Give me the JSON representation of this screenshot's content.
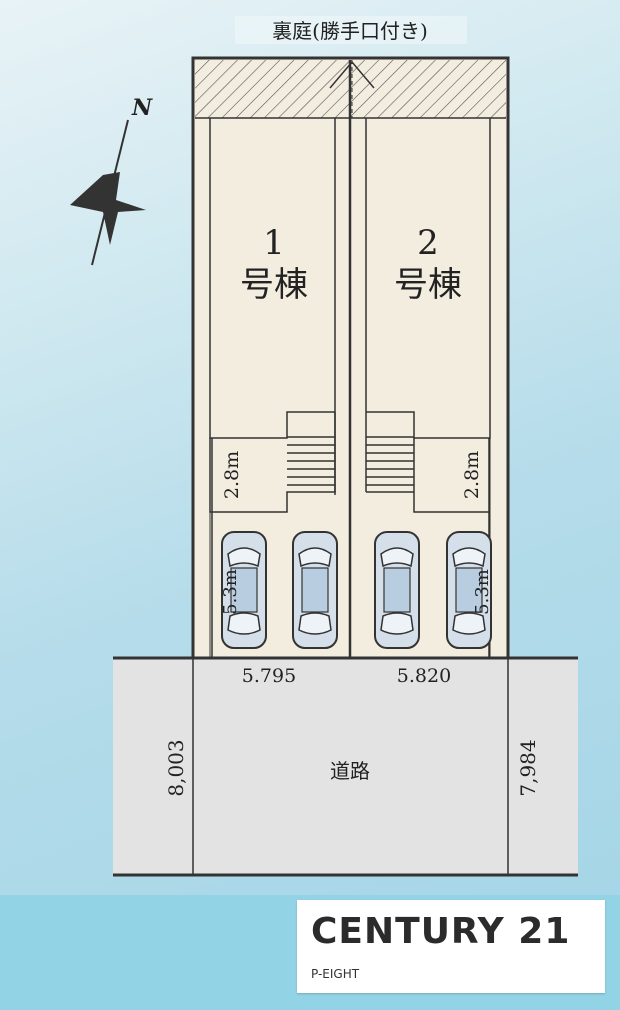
{
  "backyard_label": "裏庭(勝手口付き)",
  "north_label": "N",
  "houses": [
    {
      "number": "1",
      "label": "号棟",
      "height_dim": "2.8m",
      "parking_dim": "5.3m",
      "frontage": "5.795"
    },
    {
      "number": "2",
      "label": "号棟",
      "height_dim": "2.8m",
      "parking_dim": "5.3m",
      "frontage": "5.820"
    }
  ],
  "road": {
    "label": "道路",
    "width_left": "8,003",
    "width_right": "7,984"
  },
  "logo": {
    "brand": "CENTURY 21",
    "sub": "P-EIGHT"
  },
  "colors": {
    "lot_fill": "#f3ede0",
    "road_fill": "#e3e3e3",
    "line": "#333333",
    "band": "#92d3e6",
    "car": "#c9d8e6"
  }
}
